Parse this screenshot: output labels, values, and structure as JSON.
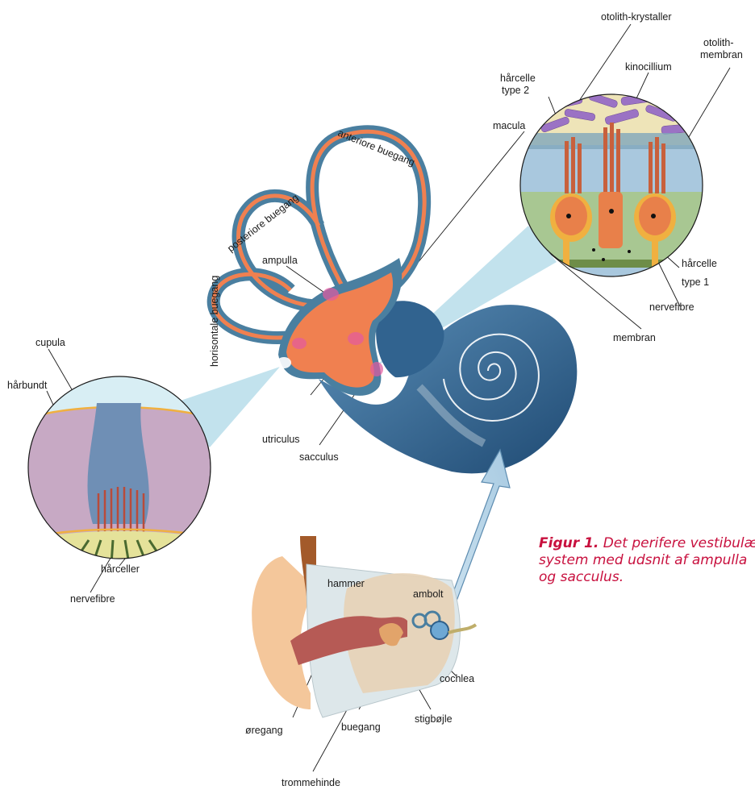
{
  "labels": {
    "otolith_krystaller": "otolith-krystaller",
    "otolith_membran_1": "otolith-",
    "otolith_membran_2": "membran",
    "kinocillium": "kinocillium",
    "haarcelle_type2_1": "hårcelle",
    "haarcelle_type2_2": "type 2",
    "macula": "macula",
    "anteriore_buegang": "anteriore buegang",
    "posteriore_buegang": "posteriore buegang",
    "horisontale_buegang": "horisontale buegang",
    "ampulla": "ampulla",
    "haarcelle_type1_1": "hårcelle",
    "haarcelle_type1_2": "type 1",
    "nervefibre_right": "nervefibre",
    "membran": "membran",
    "cupula": "cupula",
    "haarbundt": "hårbundt",
    "haarceller": "hårceller",
    "nervefibre_left": "nervefibre",
    "utriculus": "utriculus",
    "sacculus": "sacculus",
    "hammer": "hammer",
    "ambolt": "ambolt",
    "cochlea": "cochlea",
    "oeregang": "øregang",
    "buegang": "buegang",
    "stigboejle": "stigbøjle",
    "trommehinde": "trommehinde"
  },
  "caption": {
    "prefix": "Figur 1.",
    "line1": " Det perifere vestibulære",
    "line2": "system med udsnit af ampulla",
    "line3": "og sacculus."
  },
  "colors": {
    "canal_blue": "#4a7fa0",
    "endolymph_orange": "#f08050",
    "cochlea_blue": "#2e5f8a",
    "caption_red": "#c8103e",
    "hair_cell": "#e8804a",
    "otolith_purple": "#9b72c4"
  }
}
